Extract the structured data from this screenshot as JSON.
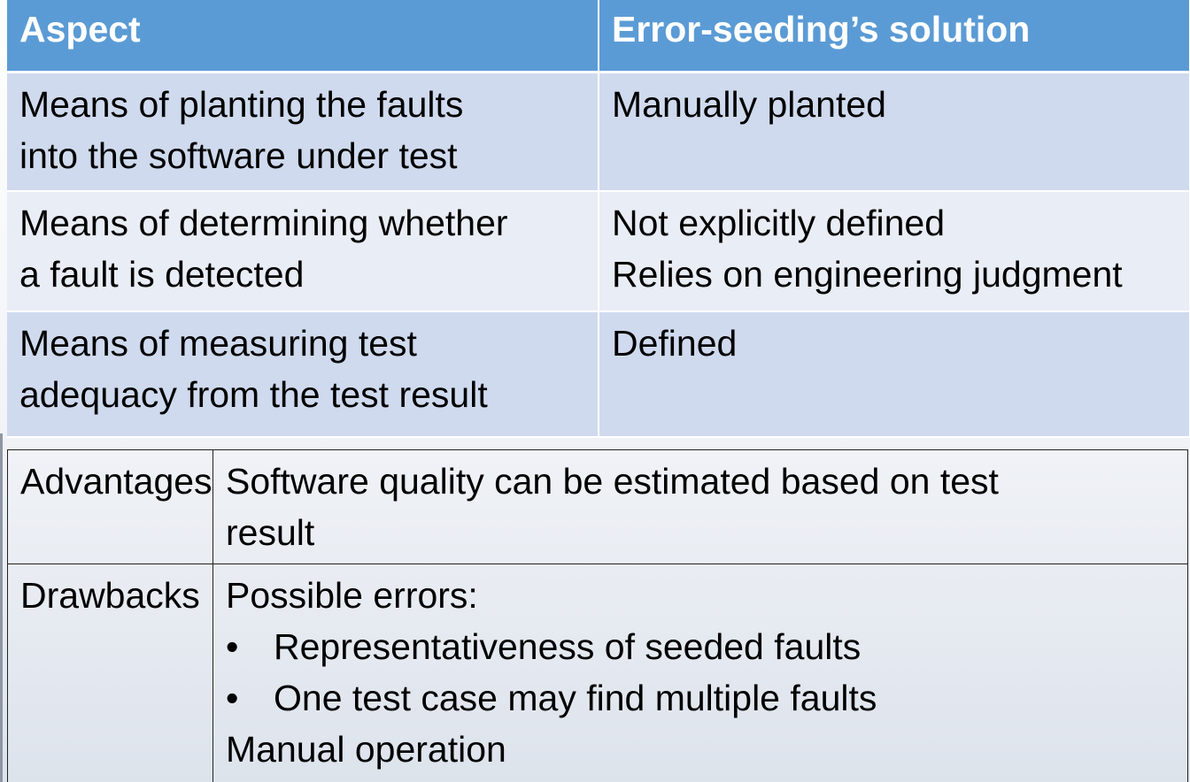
{
  "aspect_table": {
    "headers": [
      "Aspect",
      "Error-seeding’s solution"
    ],
    "rows": [
      {
        "aspect": [
          "Means of planting the faults",
          "into the software under test"
        ],
        "solution": [
          "Manually planted"
        ]
      },
      {
        "aspect": [
          "Means of determining whether",
          "a fault is detected"
        ],
        "solution": [
          "Not explicitly defined",
          "Relies on engineering judgment"
        ]
      },
      {
        "aspect": [
          "Means of measuring test",
          "adequacy from the test result"
        ],
        "solution": [
          "Defined"
        ]
      }
    ]
  },
  "evaluation_table": {
    "advantages": {
      "label": "Advantages",
      "lines": [
        "Software quality can be estimated based on test",
        "result"
      ]
    },
    "drawbacks": {
      "label": "Drawbacks",
      "intro": "Possible errors:",
      "bullet_symbol": "•",
      "bullets": [
        "Representativeness of seeded faults",
        "One test case may find multiple faults"
      ],
      "outro": "Manual operation"
    }
  },
  "colors": {
    "header_fill": "#5b9bd5",
    "row_band_dark": "#cfdaee",
    "row_band_light": "#e9edf5"
  }
}
